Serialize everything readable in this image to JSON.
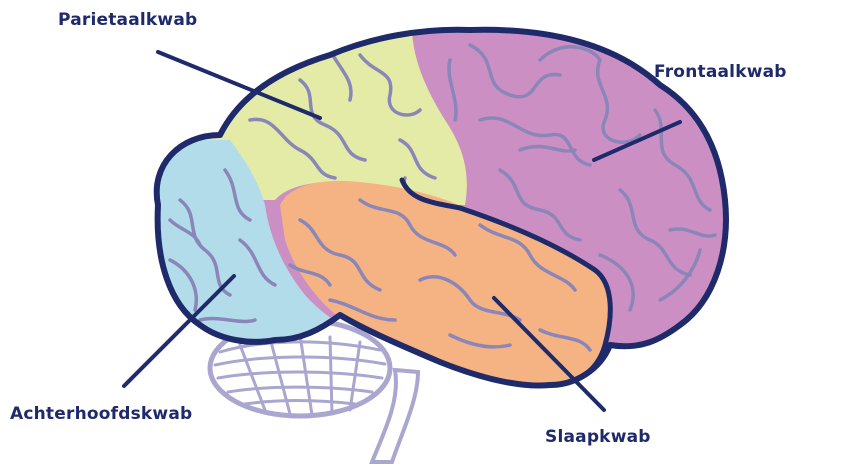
{
  "labels": {
    "parietal": "Parietaalkwab",
    "frontal": "Frontaalkwab",
    "occipital": "Achterhoofdskwab",
    "temporal": "Slaapkwab"
  },
  "colors": {
    "outline": "#1f2a6b",
    "label_text": "#1f2a6b",
    "frontal": "#cc8fc4",
    "parietal": "#e3eba6",
    "occipital": "#b2dcea",
    "temporal": "#f5b383",
    "gyri": "#8b86b8",
    "cerebellum": "#a9a6cf"
  }
}
